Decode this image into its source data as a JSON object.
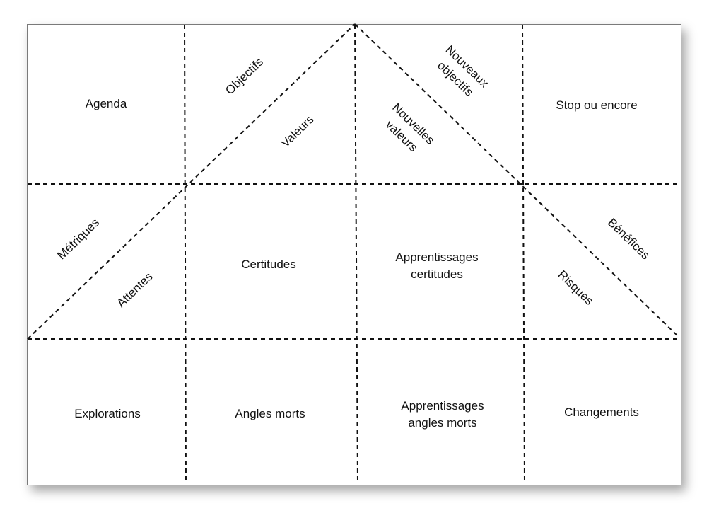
{
  "cells": {
    "agenda": "Agenda",
    "stop": "Stop ou encore",
    "certitudes": "Certitudes",
    "apprentissages_certitudes": [
      "Apprentissages",
      "certitudes"
    ],
    "explorations": "Explorations",
    "angles_morts": "Angles morts",
    "apprentissages_angles_morts": [
      "Apprentissages",
      "angles morts"
    ],
    "changements": "Changements"
  },
  "diagonal_labels": {
    "objectifs": "Objectifs",
    "valeurs": "Valeurs",
    "nouveaux_objectifs": [
      "Nouveaux",
      "objectifs"
    ],
    "nouvelles_valeurs": [
      "Nouvelles",
      "valeurs"
    ],
    "metriques": "Métriques",
    "attentes": "Attentes",
    "benefices": "Bénéfices",
    "risques": "Risques"
  },
  "colors": {
    "line": "#111111",
    "border": "#7a7a7a"
  }
}
